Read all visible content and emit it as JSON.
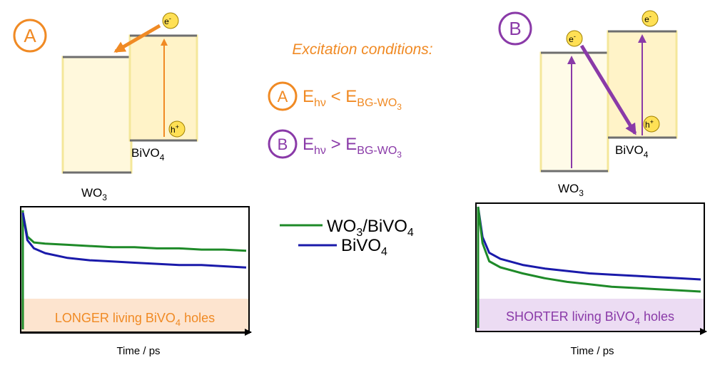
{
  "colors": {
    "orange": "#f08a24",
    "purple": "#8a3aa8",
    "green": "#1e8a28",
    "blue": "#1a1aaa",
    "band_fill": "#fff8dc",
    "band_edge": "#f4e79a",
    "level": "#6e6e6e",
    "carrier": "#ffe055"
  },
  "panel_a": {
    "badge": "A",
    "wo3_label": {
      "main": "WO",
      "sub": "3"
    },
    "bivo4_label": {
      "main": "BiVO",
      "sub": "4"
    },
    "electron": {
      "main": "e",
      "sup": "-"
    },
    "hole": {
      "main": "h",
      "sup": "+"
    },
    "kinetics_caption": {
      "pre": "LONGER living BiVO",
      "sub": "4",
      "post": " holes"
    },
    "time_axis": "Time / ps"
  },
  "panel_b": {
    "badge": "B",
    "wo3_label": {
      "main": "WO",
      "sub": "3"
    },
    "bivo4_label": {
      "main": "BiVO",
      "sub": "4"
    },
    "electron": {
      "main": "e",
      "sup": "-"
    },
    "hole": {
      "main": "h",
      "sup": "+"
    },
    "kinetics_caption": {
      "pre": "SHORTER living BiVO",
      "sub": "4",
      "post": " holes"
    },
    "time_axis": "Time / ps"
  },
  "excitation": {
    "title": "Excitation conditions:",
    "condition_a": {
      "badge": "A",
      "lhs": "E",
      "lhs_sub": "hν",
      "op": " < ",
      "rhs": "E",
      "rhs_sub": "BG-WO",
      "rhs_subsub": "3"
    },
    "condition_b": {
      "badge": "B",
      "lhs": "E",
      "lhs_sub": "hν",
      "op": " > ",
      "rhs": "E",
      "rhs_sub": "BG-WO",
      "rhs_subsub": "3"
    }
  },
  "legend": {
    "wo3_bivo4": {
      "a": "WO",
      "a_sub": "3",
      "b": "/BiVO",
      "b_sub": "4"
    },
    "bivo4": {
      "a": "BiVO",
      "a_sub": "4"
    }
  },
  "chart_data": [
    {
      "type": "line",
      "caption": "LONGER living BiVO4 holes",
      "xlabel": "Time / ps",
      "ylabel": "",
      "x": [
        0,
        0.02,
        0.05,
        0.1,
        0.2,
        0.3,
        0.4,
        0.5,
        0.6,
        0.7,
        0.8,
        0.9,
        1.0
      ],
      "ylim": [
        0,
        1
      ],
      "series": [
        {
          "name": "WO3/BiVO4",
          "color": "#1e8a28",
          "values": [
            0.98,
            0.78,
            0.73,
            0.72,
            0.71,
            0.7,
            0.69,
            0.69,
            0.68,
            0.68,
            0.67,
            0.67,
            0.66
          ]
        },
        {
          "name": "BiVO4",
          "color": "#1a1aaa",
          "values": [
            0.98,
            0.75,
            0.68,
            0.64,
            0.6,
            0.58,
            0.57,
            0.56,
            0.55,
            0.54,
            0.54,
            0.53,
            0.52
          ]
        }
      ]
    },
    {
      "type": "line",
      "caption": "SHORTER living BiVO4 holes",
      "xlabel": "Time / ps",
      "ylabel": "",
      "x": [
        0,
        0.02,
        0.05,
        0.1,
        0.2,
        0.3,
        0.4,
        0.5,
        0.6,
        0.7,
        0.8,
        0.9,
        1.0
      ],
      "ylim": [
        0,
        1
      ],
      "series": [
        {
          "name": "BiVO4",
          "color": "#1a1aaa",
          "values": [
            1.0,
            0.75,
            0.62,
            0.57,
            0.52,
            0.49,
            0.47,
            0.45,
            0.44,
            0.43,
            0.42,
            0.41,
            0.4
          ]
        },
        {
          "name": "WO3/BiVO4",
          "color": "#1e8a28",
          "values": [
            1.0,
            0.7,
            0.55,
            0.5,
            0.45,
            0.41,
            0.38,
            0.36,
            0.34,
            0.33,
            0.32,
            0.31,
            0.3
          ]
        }
      ]
    }
  ]
}
